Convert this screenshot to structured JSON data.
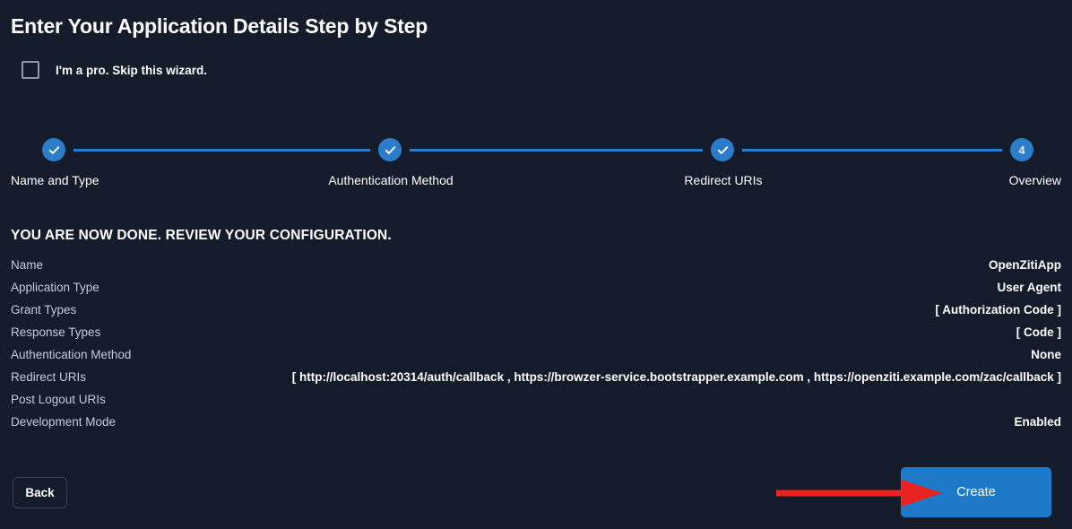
{
  "page": {
    "title": "Enter Your Application Details Step by Step",
    "background_color": "#141b2b",
    "accent_color": "#1e7ac8",
    "annotation_color": "#e8221f"
  },
  "skip": {
    "label": "I'm a pro. Skip this wizard.",
    "checked": false
  },
  "stepper": {
    "current_step": 4,
    "steps": [
      {
        "number": "1",
        "label": "Name and Type",
        "state": "complete",
        "mark": "check"
      },
      {
        "number": "2",
        "label": "Authentication Method",
        "state": "complete",
        "mark": "check"
      },
      {
        "number": "3",
        "label": "Redirect URIs",
        "state": "complete",
        "mark": "check"
      },
      {
        "number": "4",
        "label": "Overview",
        "state": "current",
        "mark": "4"
      }
    ]
  },
  "review": {
    "heading": "YOU ARE NOW DONE. REVIEW YOUR CONFIGURATION.",
    "rows": [
      {
        "label": "Name",
        "value": "OpenZitiApp"
      },
      {
        "label": "Application Type",
        "value": "User Agent"
      },
      {
        "label": "Grant Types",
        "value": "[ Authorization Code ]"
      },
      {
        "label": "Response Types",
        "value": "[ Code ]"
      },
      {
        "label": "Authentication Method",
        "value": "None"
      },
      {
        "label": "Redirect URIs",
        "value": "[ http://localhost:20314/auth/callback , https://browzer-service.bootstrapper.example.com , https://openziti.example.com/zac/callback ]"
      },
      {
        "label": "Post Logout URIs",
        "value": ""
      },
      {
        "label": "Development Mode",
        "value": "Enabled"
      }
    ]
  },
  "footer": {
    "back_label": "Back",
    "create_label": "Create"
  }
}
